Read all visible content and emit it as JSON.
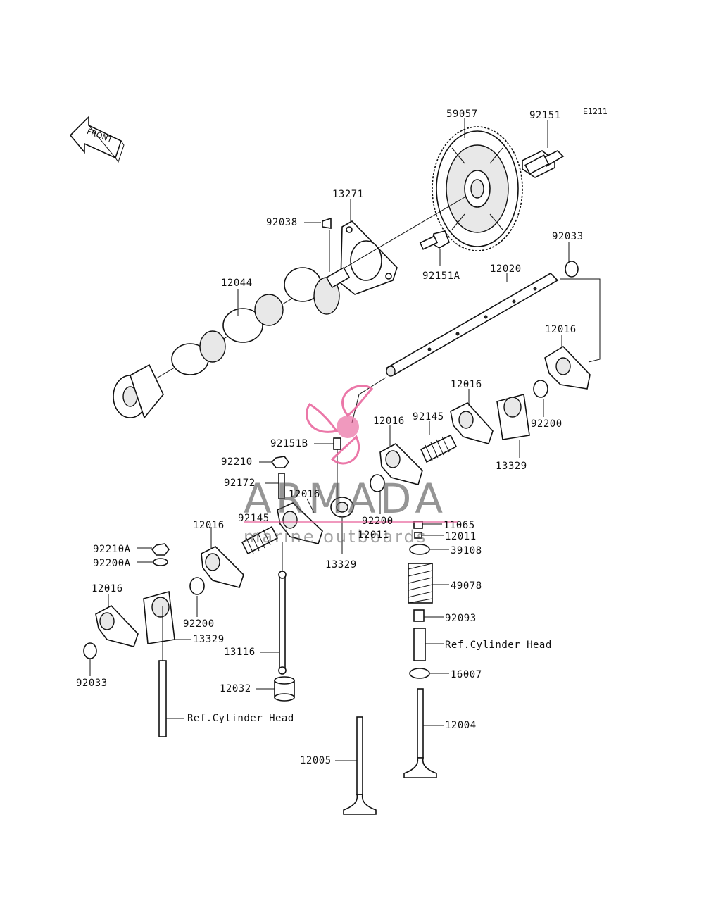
{
  "diagram_code": "E1211",
  "front_label": "FRONT",
  "watermark": {
    "brand": "ARMADA",
    "tagline": "marine outboards",
    "accent": "#e8609a"
  },
  "labels": [
    {
      "id": "59057",
      "text": "59057"
    },
    {
      "id": "92151",
      "text": "92151"
    },
    {
      "id": "13271",
      "text": "13271"
    },
    {
      "id": "92038",
      "text": "92038"
    },
    {
      "id": "92033-top",
      "text": "92033"
    },
    {
      "id": "92151A",
      "text": "92151A"
    },
    {
      "id": "12020",
      "text": "12020"
    },
    {
      "id": "12044",
      "text": "12044"
    },
    {
      "id": "12016-a",
      "text": "12016"
    },
    {
      "id": "12016-b",
      "text": "12016"
    },
    {
      "id": "12016-c",
      "text": "12016"
    },
    {
      "id": "92145-a",
      "text": "92145"
    },
    {
      "id": "92200-a",
      "text": "92200"
    },
    {
      "id": "13329-a",
      "text": "13329"
    },
    {
      "id": "92151B",
      "text": "92151B"
    },
    {
      "id": "92210",
      "text": "92210"
    },
    {
      "id": "92172",
      "text": "92172"
    },
    {
      "id": "12016-d",
      "text": "12016"
    },
    {
      "id": "92145-b",
      "text": "92145"
    },
    {
      "id": "92200-b",
      "text": "92200"
    },
    {
      "id": "11065",
      "text": "11065"
    },
    {
      "id": "12011-a",
      "text": "12011"
    },
    {
      "id": "12011-b",
      "text": "12011"
    },
    {
      "id": "13329-b",
      "text": "13329"
    },
    {
      "id": "39108",
      "text": "39108"
    },
    {
      "id": "12016-e",
      "text": "12016"
    },
    {
      "id": "92210A",
      "text": "92210A"
    },
    {
      "id": "92200A",
      "text": "92200A"
    },
    {
      "id": "12016-f",
      "text": "12016"
    },
    {
      "id": "49078",
      "text": "49078"
    },
    {
      "id": "92093",
      "text": "92093"
    },
    {
      "id": "92200-c",
      "text": "92200"
    },
    {
      "id": "13329-c",
      "text": "13329"
    },
    {
      "id": "ref-cyl-1",
      "text": "Ref.Cylinder Head"
    },
    {
      "id": "13116",
      "text": "13116"
    },
    {
      "id": "92033-bot",
      "text": "92033"
    },
    {
      "id": "16007",
      "text": "16007"
    },
    {
      "id": "12032",
      "text": "12032"
    },
    {
      "id": "ref-cyl-2",
      "text": "Ref.Cylinder Head"
    },
    {
      "id": "12004",
      "text": "12004"
    },
    {
      "id": "12005",
      "text": "12005"
    }
  ]
}
